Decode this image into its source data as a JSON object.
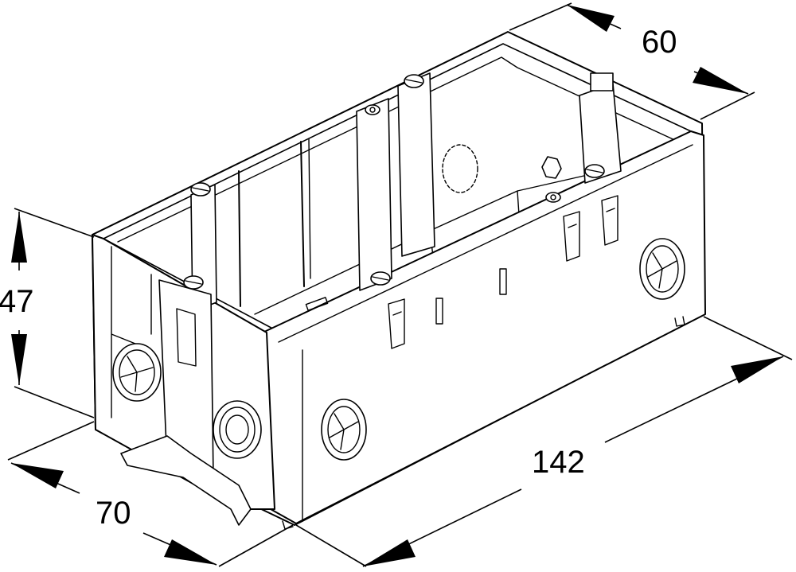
{
  "dimensions": {
    "width": "60",
    "height": "47",
    "depth": "70",
    "length": "142"
  }
}
